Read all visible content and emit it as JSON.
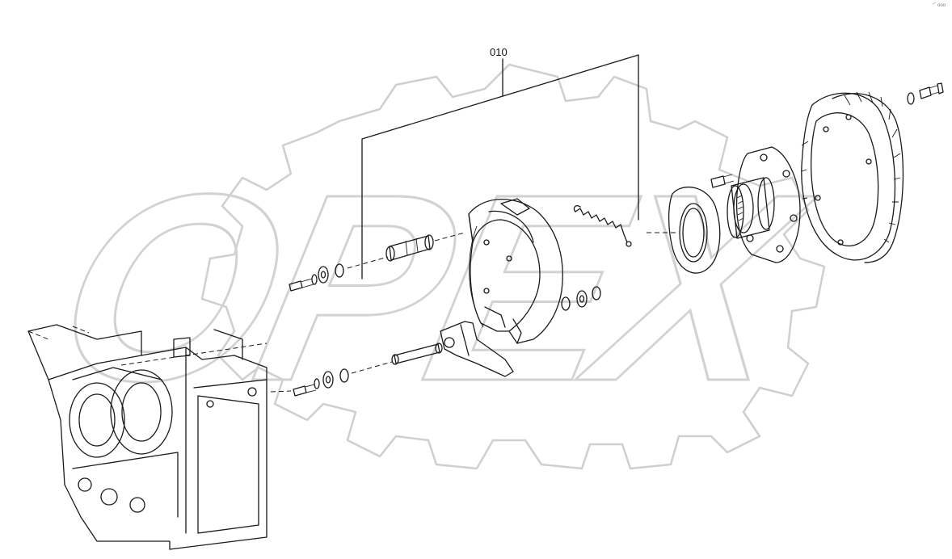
{
  "diagram": {
    "callout_label": "010",
    "watermark_text": "OPEX",
    "corner_mark": "°ˇ ooo"
  }
}
